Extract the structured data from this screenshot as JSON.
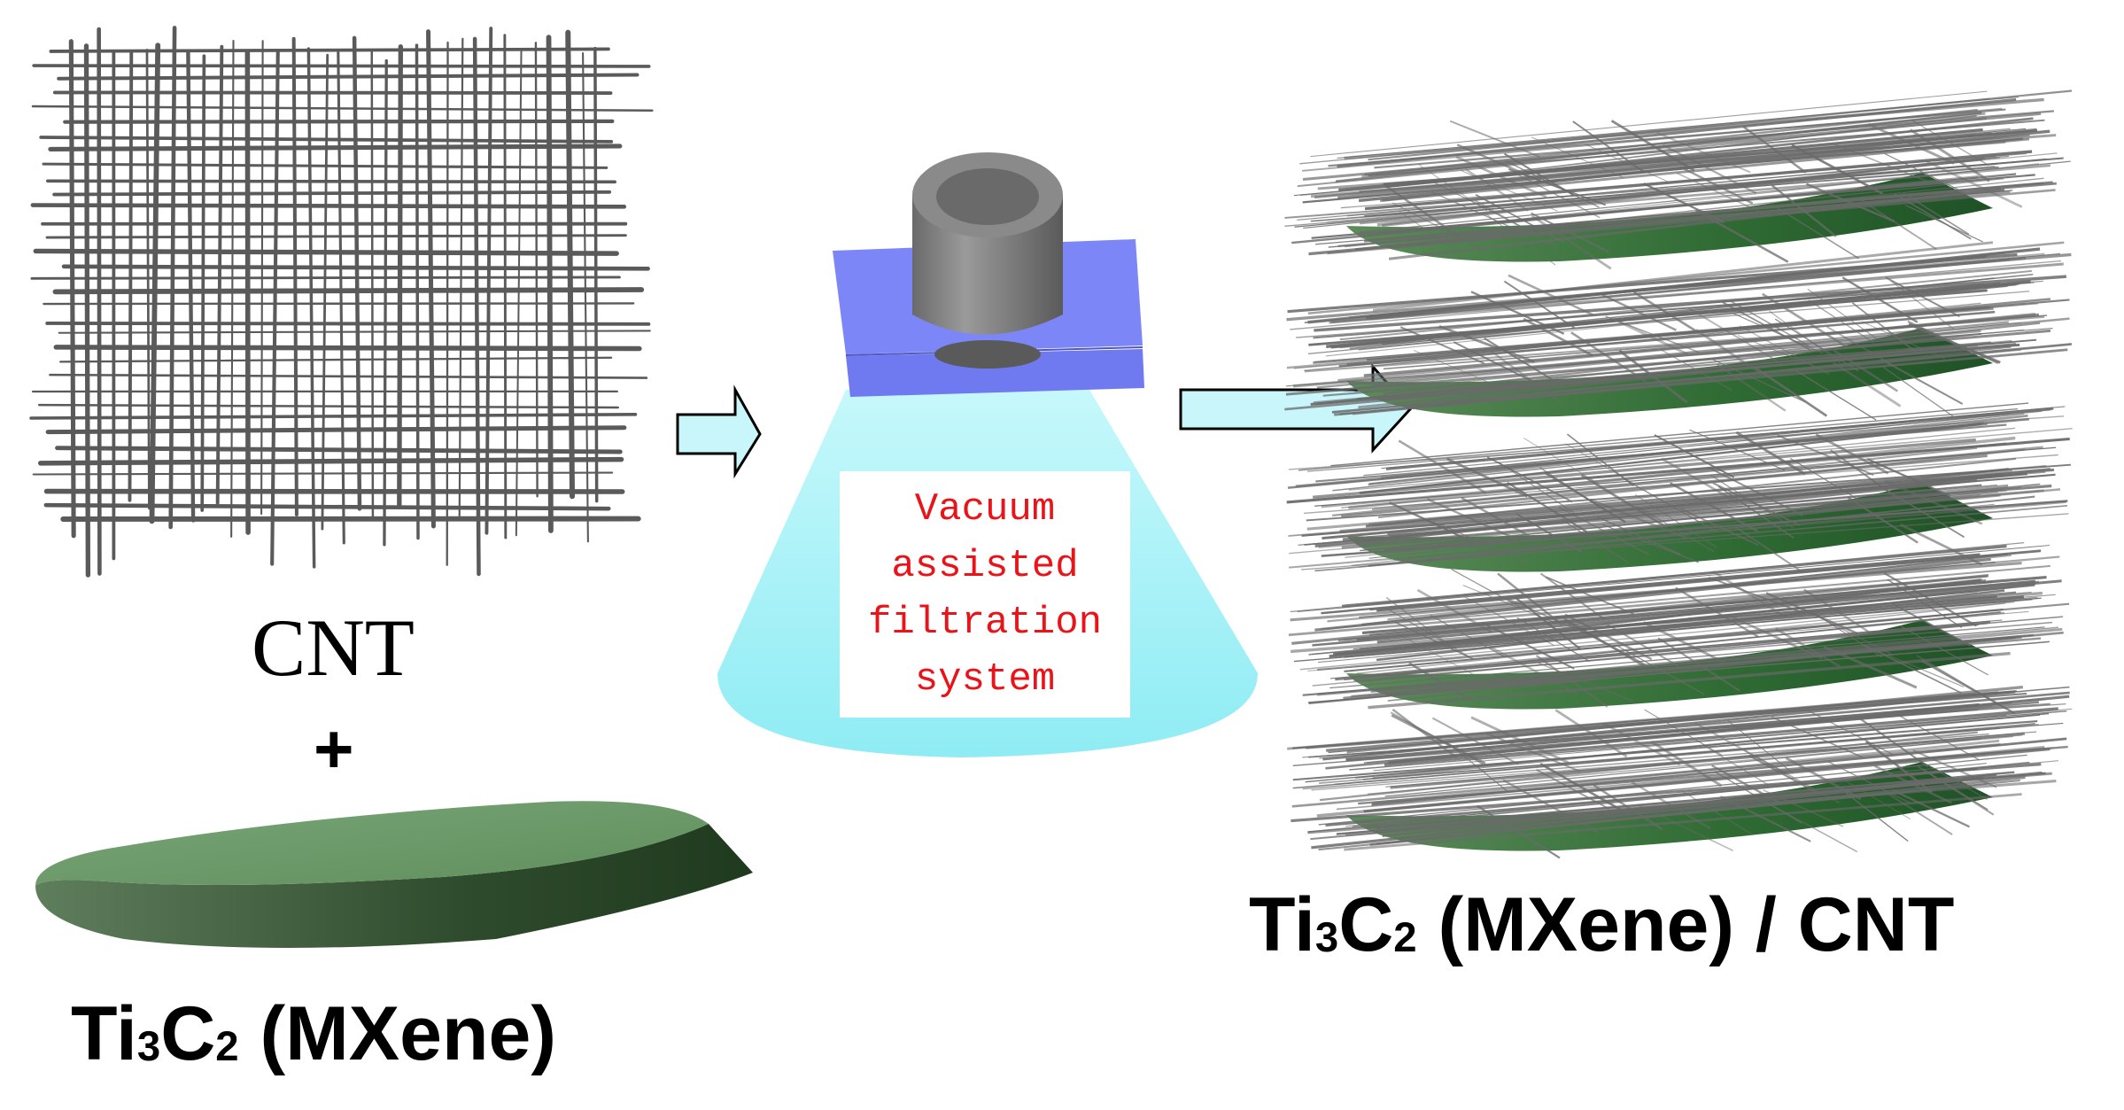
{
  "labels": {
    "cnt": "CNT",
    "plus": "+",
    "mxene_base": "Ti",
    "mxene_sub1": "3",
    "mxene_mid": "C",
    "mxene_sub2": "2",
    "mxene_rest": " (MXene)",
    "composite_suffix": " / CNT"
  },
  "system_label": [
    "Vacuum",
    "assisted",
    "filtration",
    "system"
  ],
  "colors": {
    "cnt_fiber": "#5a5a5a",
    "mxene_top": "#6f9a6c",
    "mxene_side": "#2e4f2c",
    "arrow_fill": "#c8f6fb",
    "cone_fill": "#a8f3f8",
    "holder_plate": "#7c86f6",
    "cylinder": "#7e7e7e",
    "system_text": "#e8141a"
  },
  "icons": [
    "cnt-network-icon",
    "mxene-flake-icon",
    "process-arrow-icon",
    "filtration-apparatus-icon",
    "layered-film-icon"
  ]
}
